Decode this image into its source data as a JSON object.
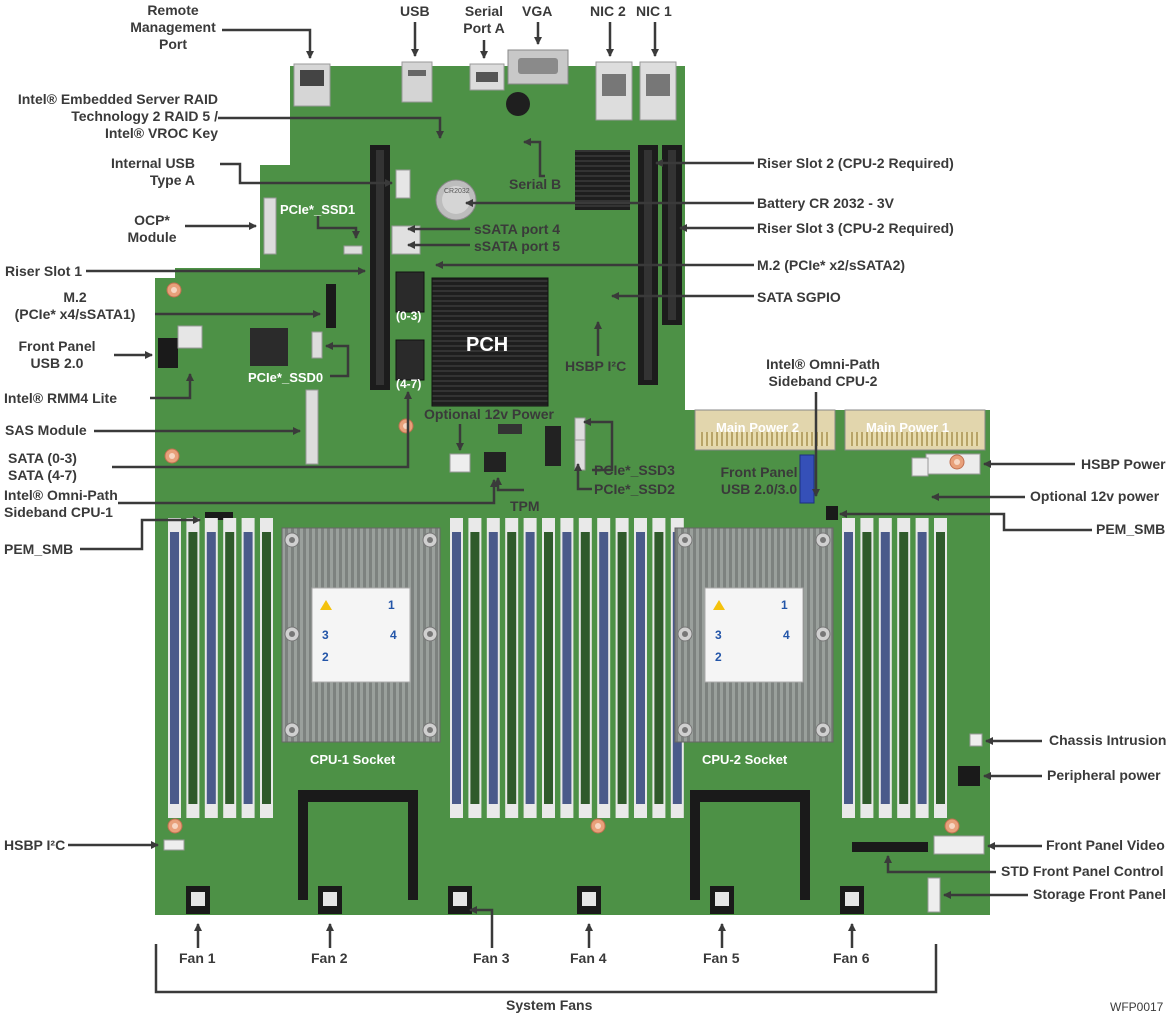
{
  "labels": {
    "remote_mgmt": [
      "Remote",
      "Management",
      "Port"
    ],
    "usb": "USB",
    "serial_a": [
      "Serial",
      "Port A"
    ],
    "vga": "VGA",
    "nic2": "NIC 2",
    "nic1": "NIC 1",
    "raid_key": [
      "Intel® Embedded Server RAID",
      "Technology 2 RAID 5 /",
      "Intel® VROC Key"
    ],
    "internal_usb": [
      "Internal USB",
      "Type A"
    ],
    "ocp": [
      "OCP*",
      "Module"
    ],
    "riser1": "Riser Slot 1",
    "m2_left": [
      "M.2",
      "(PCIe* x4/sSATA1)"
    ],
    "fp_usb2": [
      "Front Panel",
      "USB 2.0"
    ],
    "rmm4": "Intel® RMM4 Lite",
    "sas_module": "SAS Module",
    "sata_ports": [
      "SATA (0-3)",
      "SATA (4-7)"
    ],
    "omni_cpu1": [
      "Intel® Omni-Path",
      "Sideband CPU-1"
    ],
    "pem_smb_left": "PEM_SMB",
    "hsbp_i2c_left": "HSBP I²C",
    "serial_b": "Serial B",
    "riser2": "Riser Slot 2 (CPU-2 Required)",
    "battery": "Battery CR 2032 - 3V",
    "riser3": "Riser Slot 3 (CPU-2 Required)",
    "ssata4": "sSATA port 4",
    "ssata5": "sSATA port 5",
    "m2_right": "M.2 (PCIe* x2/sSATA2)",
    "sata_sgpio": "SATA SGPIO",
    "hsbp_i2c_mid": "HSBP I²C",
    "omni_cpu2": [
      "Intel® Omni-Path",
      "Sideband CPU-2"
    ],
    "opt12v_mid": "Optional 12v Power",
    "tpm": "TPM",
    "ssd3": "PCIe*_SSD3",
    "ssd2": "PCIe*_SSD2",
    "fp_usb23": [
      "Front Panel",
      "USB 2.0/3.0"
    ],
    "hsbp_power": "HSBP Power",
    "opt12v_right": "Optional 12v power",
    "pem_smb_right": "PEM_SMB",
    "chassis": "Chassis Intrusion",
    "peripheral": "Peripheral power",
    "fp_video": "Front Panel Video",
    "std_fp_ctrl": "STD Front Panel Control",
    "storage_fp": "Storage Front Panel",
    "fans": [
      "Fan 1",
      "Fan 2",
      "Fan 3",
      "Fan 4",
      "Fan 5",
      "Fan 6"
    ],
    "system_fans": "System Fans",
    "fig_id": "WFP0017"
  },
  "board": {
    "pch": "PCH",
    "ssd1": "PCIe*_SSD1",
    "ssd0": "PCIe*_SSD0",
    "sata03": "(0-3)",
    "sata47": "(4-7)",
    "main_power2": "Main Power 2",
    "main_power1": "Main Power 1",
    "cpu1": "CPU-1 Socket",
    "cpu2": "CPU-2 Socket",
    "battery_text": "CR2032",
    "heatsink_step": [
      "1",
      "2",
      "3",
      "4"
    ]
  },
  "colors": {
    "board": "#4d9146",
    "board_dark": "#3f7d3a",
    "label": "#3a3a3a",
    "line": "#3a3a3a",
    "dimm_blue": "#4a5a8a",
    "dimm_slot": "#3c6b35",
    "heatsink": "#8a8f8c",
    "pch": "#2a2a2a",
    "power_conn": "#d8c9a0"
  },
  "icons": [
    "arrow-icon",
    "warning-icon",
    "screw-icon",
    "fan-connector-icon"
  ]
}
